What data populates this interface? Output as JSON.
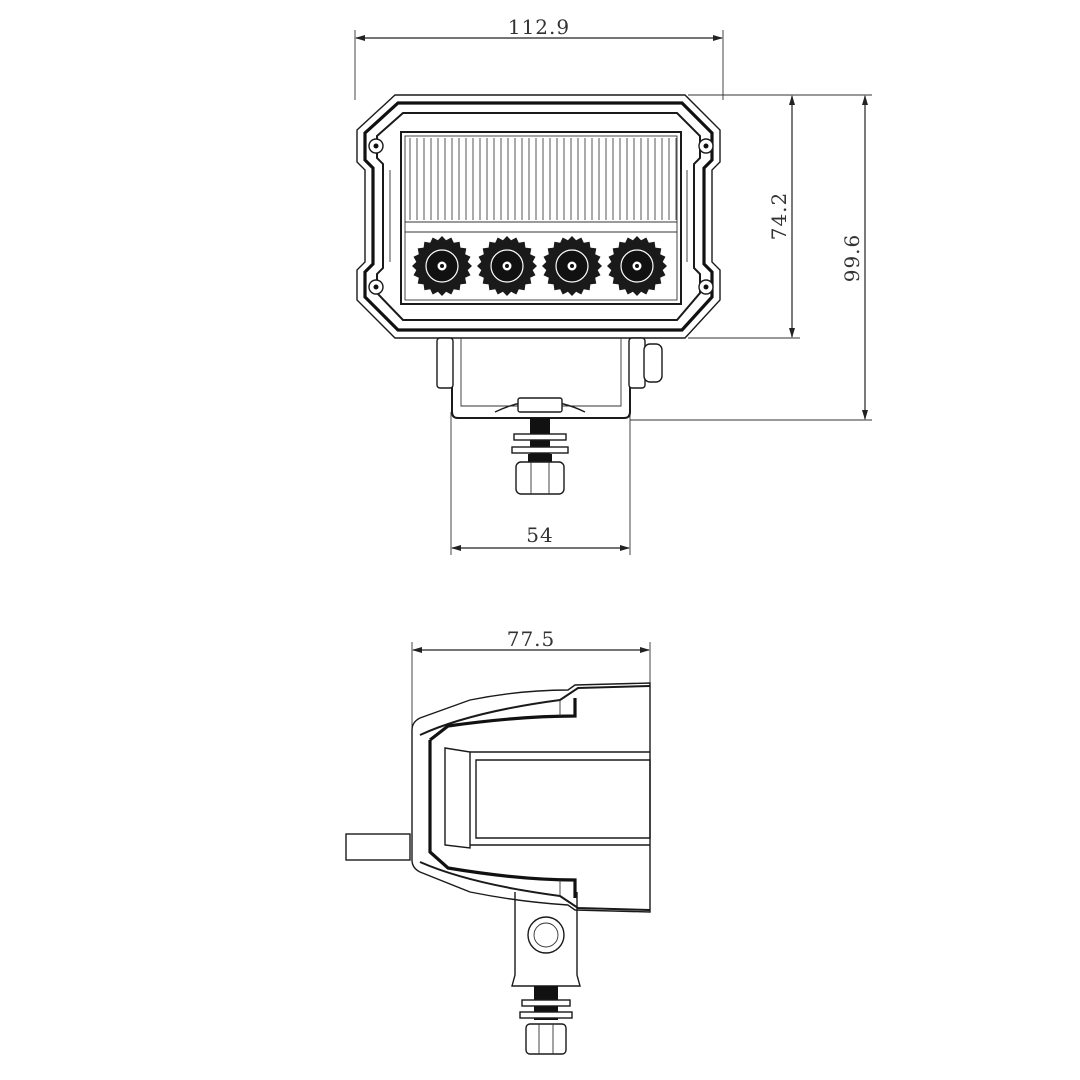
{
  "drawing": {
    "front_view": {
      "dimensions": {
        "overall_width": "112.9",
        "lens_height": "74.2",
        "overall_height": "99.6",
        "bracket_width": "54"
      },
      "led_count": 4
    },
    "side_view": {
      "dimensions": {
        "depth": "77.5"
      }
    }
  }
}
